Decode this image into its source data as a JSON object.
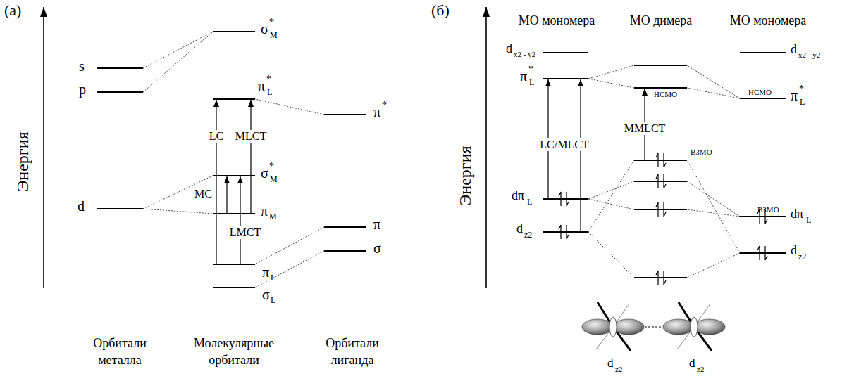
{
  "diagram": {
    "labels": [
      "(а)",
      "Энергия",
      "s",
      "p",
      "d",
      "σ",
      "*",
      "M",
      "π",
      "*",
      "L",
      "π",
      "*",
      "σ",
      "*",
      "M",
      "π",
      "M",
      "π",
      "σ",
      "π",
      "L",
      "σ",
      "L",
      "MC",
      "LC",
      "MLCT",
      "LMCT",
      "Орбитали металла",
      "Молекулярные орбитали",
      "Орбитали лиганда",
      "(б)",
      "Энергия",
      "МО мономера",
      "МО димера",
      "МО мономера",
      "d",
      "x2 - y2",
      "π",
      "*",
      "L",
      "dπ",
      "L",
      "d",
      "z2",
      "LC/MLCT",
      "НСМО",
      "MMLCT",
      "ВЗМО",
      "d",
      "x2 - y2",
      "НСМО",
      "π",
      "*",
      "L",
      "ВЗМО",
      "dπ",
      "L",
      "d",
      "z2",
      "d",
      "z2",
      "d",
      "z2"
    ]
  }
}
